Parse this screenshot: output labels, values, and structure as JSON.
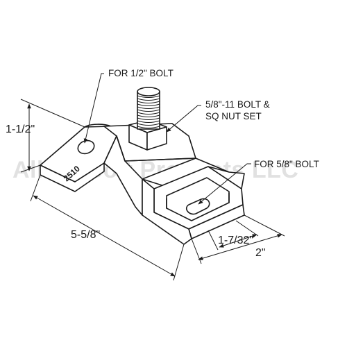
{
  "watermark": "Allied Bolt Products LLC",
  "part_stamp": "2510",
  "callouts": {
    "half_bolt": "FOR 1/2\" BOLT",
    "bolt_set_line1": "5/8\"-11 BOLT &",
    "bolt_set_line2": "SQ NUT SET",
    "five_eighth_bolt": "FOR 5/8\" BOLT"
  },
  "dimensions": {
    "height": "1-1/2\"",
    "length": "5-5/8\"",
    "slot_width": "1-7/32\"",
    "width": "2\""
  }
}
